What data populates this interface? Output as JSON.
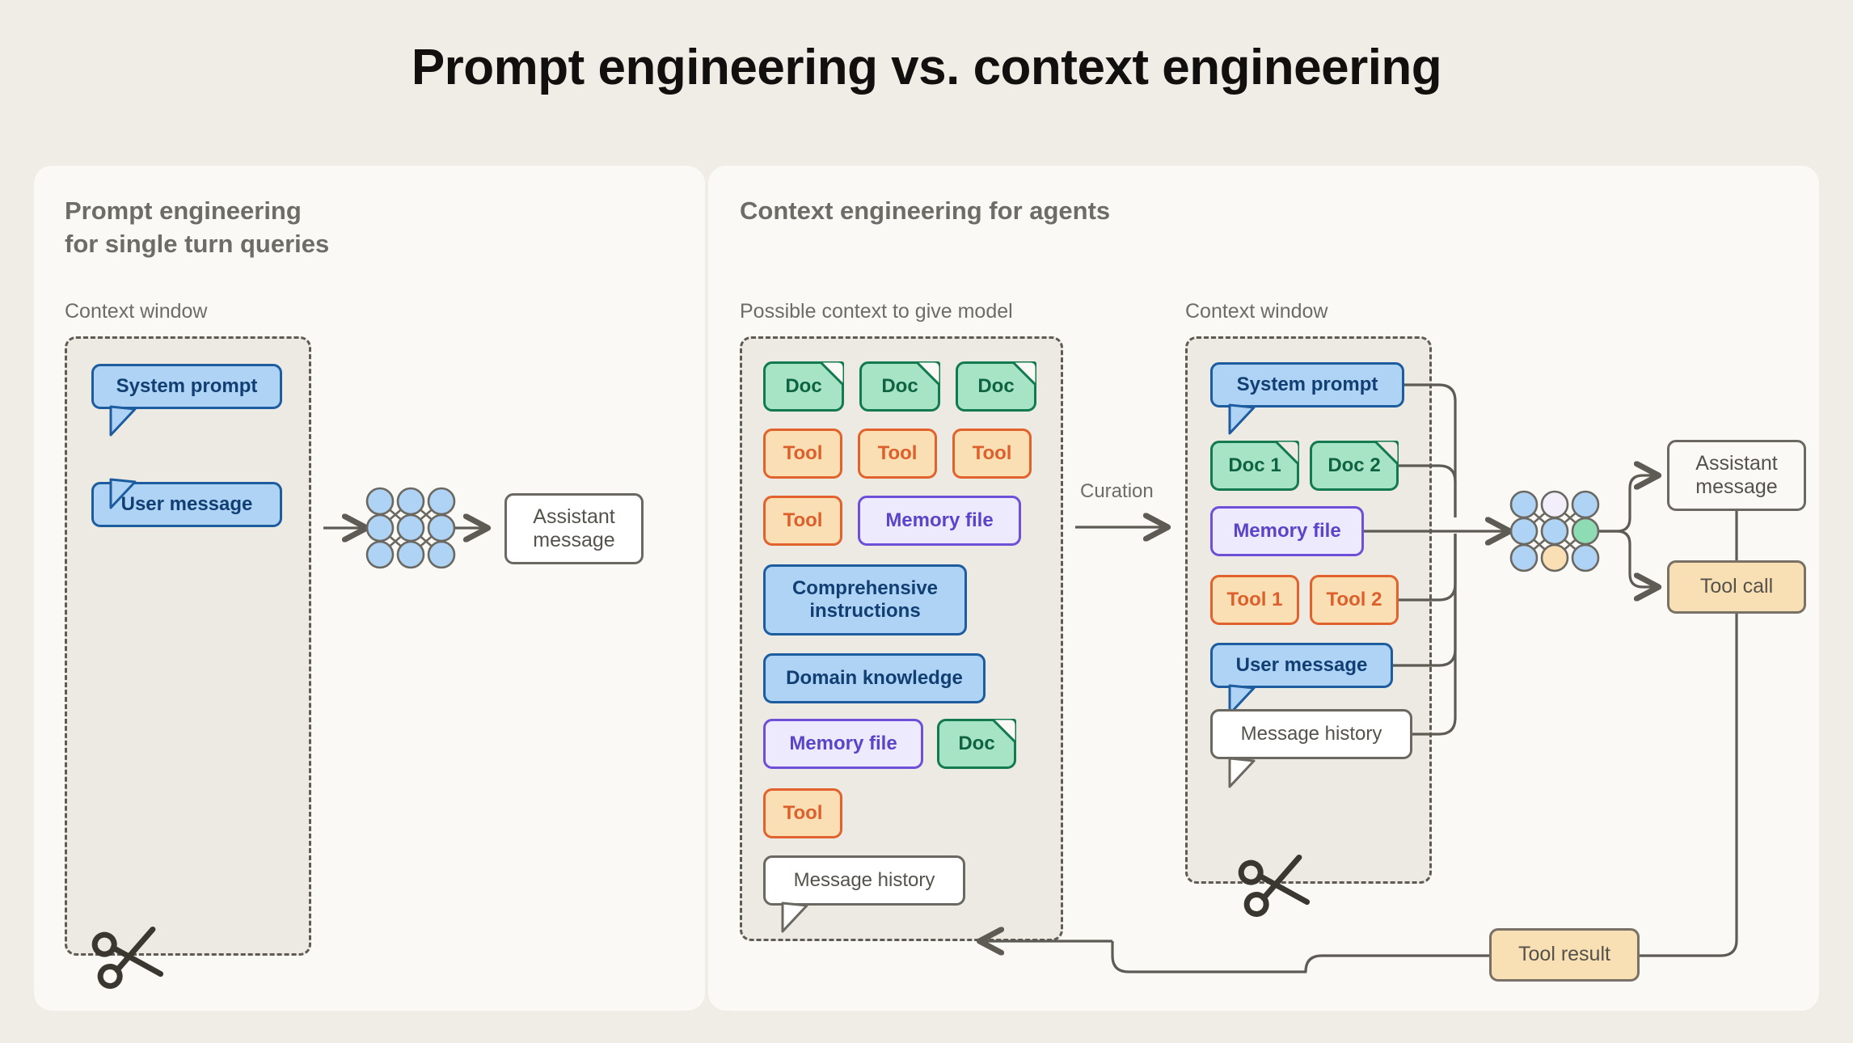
{
  "page": {
    "title": "Prompt engineering vs. context engineering",
    "background_color": "#f0ede7",
    "panel_color": "#faf9f6"
  },
  "colors": {
    "blue_fill": "#aed3f4",
    "blue_border": "#1d5c9e",
    "blue_text": "#123f73",
    "green_fill": "#a7e4c6",
    "green_border": "#137a50",
    "green_text": "#0e6442",
    "orange_fill": "#fbdfb4",
    "orange_border": "#e2622e",
    "orange_text": "#dd5f2b",
    "purple_fill": "#eeeafe",
    "purple_border": "#6d4fd8",
    "purple_text": "#5b44c9",
    "neutral_border": "#6b6862",
    "neutral_text": "#55524c",
    "tan_fill": "#f9dfb4",
    "tan_border": "#7a7166",
    "dashed_border": "#5e5b54",
    "dashed_fill": "#edeae4",
    "label_text": "#6e6c66",
    "connector": "#5e5b54"
  },
  "left_panel": {
    "title": "Prompt engineering\nfor single turn queries",
    "context_window_label": "Context window",
    "context_items": [
      {
        "label": "System prompt",
        "kind": "bubble",
        "color": "blue"
      },
      {
        "label": "User message",
        "kind": "bubble",
        "color": "blue"
      }
    ],
    "model_icon": "neural-network-icon",
    "output": {
      "label": "Assistant\nmessage",
      "color": "white"
    },
    "truncation_icon": "scissors-icon"
  },
  "right_panel": {
    "title": "Context engineering for agents",
    "possible_context_label": "Possible context to give model",
    "context_window_label": "Context window",
    "curation_label": "Curation",
    "possible_context_items": [
      {
        "label": "Doc",
        "kind": "doc",
        "color": "green",
        "row": 0,
        "col": 0
      },
      {
        "label": "Doc",
        "kind": "doc",
        "color": "green",
        "row": 0,
        "col": 1
      },
      {
        "label": "Doc",
        "kind": "doc",
        "color": "green",
        "row": 0,
        "col": 2
      },
      {
        "label": "Tool",
        "kind": "chip",
        "color": "orange",
        "row": 1,
        "col": 0
      },
      {
        "label": "Tool",
        "kind": "chip",
        "color": "orange",
        "row": 1,
        "col": 1
      },
      {
        "label": "Tool",
        "kind": "chip",
        "color": "orange",
        "row": 1,
        "col": 2
      },
      {
        "label": "Tool",
        "kind": "chip",
        "color": "orange",
        "row": 2,
        "col": 0
      },
      {
        "label": "Memory file",
        "kind": "chip",
        "color": "purple",
        "row": 2,
        "col": 1
      },
      {
        "label": "Comprehensive\ninstructions",
        "kind": "chip",
        "color": "blue",
        "row": 3,
        "col": 0
      },
      {
        "label": "Domain knowledge",
        "kind": "chip",
        "color": "blue",
        "row": 4,
        "col": 0
      },
      {
        "label": "Memory file",
        "kind": "chip",
        "color": "purple",
        "row": 5,
        "col": 0
      },
      {
        "label": "Doc",
        "kind": "doc",
        "color": "green",
        "row": 5,
        "col": 1
      },
      {
        "label": "Tool",
        "kind": "chip",
        "color": "orange",
        "row": 6,
        "col": 0
      },
      {
        "label": "Message history",
        "kind": "bubble",
        "color": "white",
        "row": 7,
        "col": 0
      }
    ],
    "context_window_items": [
      {
        "label": "System prompt",
        "kind": "bubble",
        "color": "blue"
      },
      {
        "label": "Doc 1",
        "kind": "doc",
        "color": "green"
      },
      {
        "label": "Doc 2",
        "kind": "doc",
        "color": "green"
      },
      {
        "label": "Memory file",
        "kind": "chip",
        "color": "purple"
      },
      {
        "label": "Tool 1",
        "kind": "chip",
        "color": "orange"
      },
      {
        "label": "Tool 2",
        "kind": "chip",
        "color": "orange"
      },
      {
        "label": "User message",
        "kind": "bubble",
        "color": "blue"
      },
      {
        "label": "Message history",
        "kind": "bubble",
        "color": "white"
      }
    ],
    "model_icon": "neural-network-icon",
    "outputs": [
      {
        "label": "Assistant\nmessage",
        "color": "white"
      },
      {
        "label": "Tool call",
        "color": "tan"
      }
    ],
    "tool_result": {
      "label": "Tool result",
      "color": "tan"
    },
    "truncation_icon": "scissors-icon"
  }
}
